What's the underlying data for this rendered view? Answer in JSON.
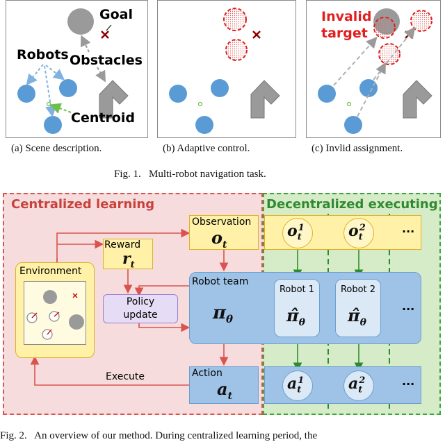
{
  "fig1": {
    "panel_a": {
      "goal_label": "Goal",
      "robots_label": "Robots",
      "obstacles_label": "Obstacles",
      "centroid_label": "Centroid",
      "caption": "(a) Scene description."
    },
    "panel_b": {
      "caption": "(b) Adaptive control."
    },
    "panel_c": {
      "invalid_line1": "Invalid",
      "invalid_line2": "target",
      "caption": "(c) Invlid assignment."
    },
    "caption": "Fig. 1.   Multi-robot navigation task."
  },
  "fig2": {
    "centralized_title": "Centralized learning",
    "decentralized_title": "Decentralized executing",
    "environment_label": "Environment",
    "reward_label": "Reward",
    "reward_symbol": "r",
    "reward_sub": "t",
    "policy_update_label": "Policy update",
    "observation_label": "Observation",
    "observation_symbol": "o",
    "observation_sub": "t",
    "robot_team_label": "Robot team",
    "policy_symbol": "π",
    "policy_sub": "θ",
    "action_label": "Action",
    "action_symbol": "a",
    "action_sub": "t",
    "execute_label": "Execute",
    "o1": {
      "base": "o",
      "sub": "t",
      "sup": "1"
    },
    "o2": {
      "base": "o",
      "sub": "t",
      "sup": "2"
    },
    "robot1_label": "Robot 1",
    "robot2_label": "Robot 2",
    "pihat_symbol": "π̂",
    "pihat_sub": "θ",
    "a1": {
      "base": "a",
      "sub": "t",
      "sup": "1"
    },
    "a2": {
      "base": "a",
      "sub": "t",
      "sup": "2"
    },
    "ellipsis": "···",
    "caption_partial": "Fig. 2.   An overview of our method. During centralized learning period, the"
  },
  "colors": {
    "robot_blue": "#5b9bd5",
    "obstacle_gray": "#9a9a9a",
    "goal_red": "#c00000",
    "invalid_red": "#e02020",
    "centralized_bg": "#f6dcdc",
    "centralized_border": "#d9534f",
    "decentralized_bg": "#d6ecc8",
    "decentralized_border": "#3aa53a",
    "team_blue": "#9fc3e7",
    "yellow": "#fff2a8",
    "yellow_border": "#e0b020",
    "purple": "#e6dcf5"
  }
}
